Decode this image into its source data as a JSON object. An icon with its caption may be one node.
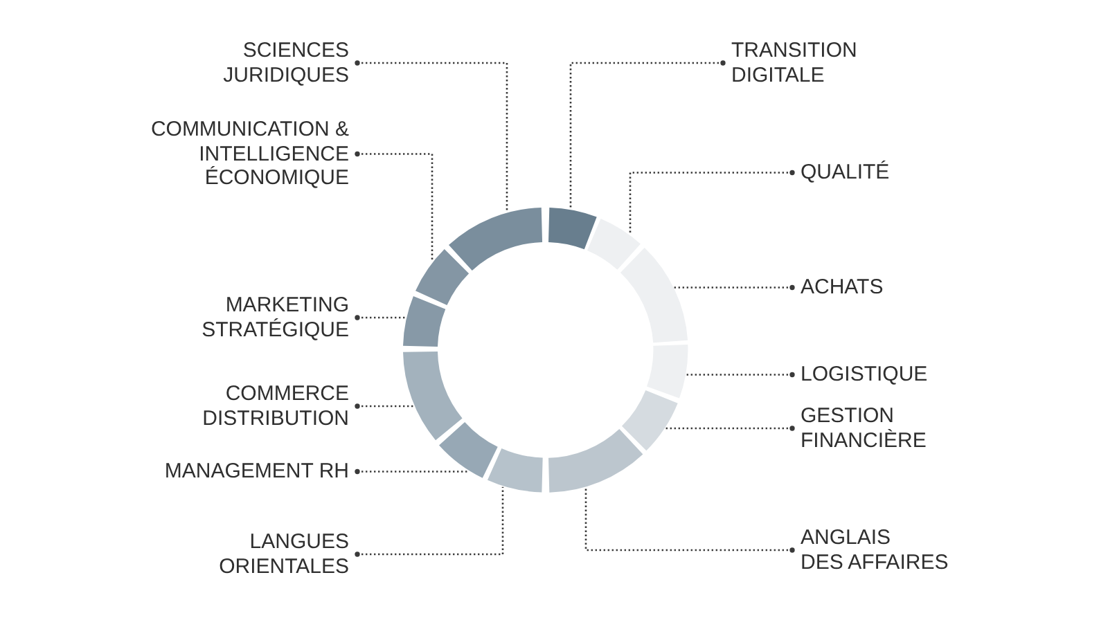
{
  "diagram": {
    "nodes": [
      {
        "text": [
          "SCIENCES JURIDIQUES"
        ]
      },
      {
        "text": [
          "TRANSITION DIGITALE"
        ]
      },
      {
        "text": [
          "COMMUNICATION & INTELLIGENCE ÉCONOMIQUE"
        ]
      },
      {
        "text": [
          "QUALITÉ"
        ]
      },
      {
        "text": [
          "ACHATS"
        ]
      },
      {
        "text": [
          "MARKETING STRATÉGIQUE"
        ]
      },
      {
        "text": [
          "LOGISTIQUE"
        ]
      },
      {
        "text": [
          "COMMERCE DISTRIBUTION"
        ]
      },
      {
        "text": [
          "GESTION FINANCIÈRE"
        ]
      },
      {
        "text": [
          "MANAGEMENT RH"
        ]
      },
      {
        "text": [
          "ANGLAIS DES AFFAIRES"
        ]
      },
      {
        "text": [
          "LANGUES ORIENTALES"
        ]
      },
      {
        "text": [],
        "shape": "arc"
      },
      {
        "text": [],
        "shape": "arc"
      },
      {
        "text": [],
        "shape": "arc"
      },
      {
        "text": [],
        "shape": "arc"
      },
      {
        "text": [],
        "shape": "arc"
      },
      {
        "text": [],
        "shape": "arc"
      },
      {
        "text": [],
        "shape": "arc"
      },
      {
        "text": [],
        "shape": "arc"
      },
      {
        "text": [],
        "shape": "arc"
      },
      {
        "text": [],
        "shape": "arc"
      },
      {
        "text": [],
        "shape": "arc"
      },
      {
        "text": [],
        "shape": "arc"
      }
    ],
    "edges": [
      {
        "from": 0,
        "to": 23,
        "arrow": "other"
      },
      {
        "from": 1,
        "to": 12,
        "arrow": "other"
      },
      {
        "from": 2,
        "to": 22,
        "arrow": "other"
      },
      {
        "from": 3,
        "to": 13,
        "arrow": "other"
      },
      {
        "from": 4,
        "to": 14,
        "arrow": "other"
      },
      {
        "from": 5,
        "to": 21,
        "arrow": "other"
      },
      {
        "from": 6,
        "to": 15,
        "arrow": "other"
      },
      {
        "from": 7,
        "to": 20,
        "arrow": "other"
      },
      {
        "from": 8,
        "to": 16,
        "arrow": "other"
      },
      {
        "from": 9,
        "to": 19,
        "arrow": "other"
      },
      {
        "from": 10,
        "to": 17,
        "arrow": "other"
      },
      {
        "from": 11,
        "to": 18,
        "arrow": "other"
      }
    ]
  }
}
